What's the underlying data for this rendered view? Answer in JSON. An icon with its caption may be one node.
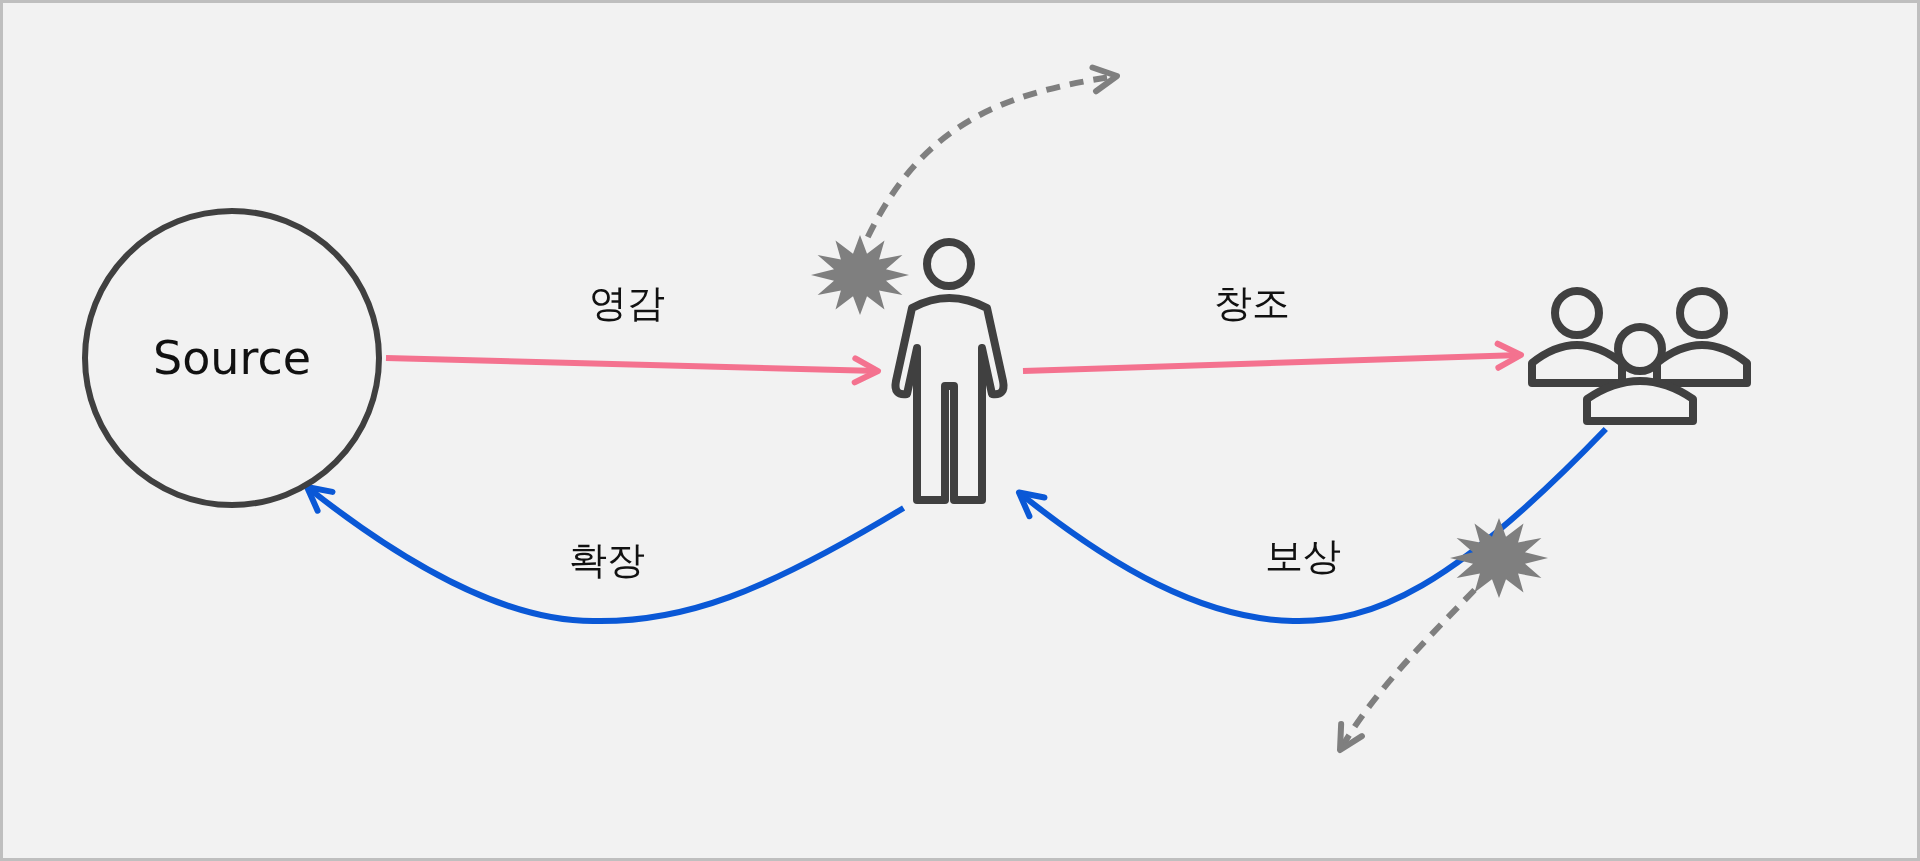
{
  "diagram": {
    "nodes": [
      {
        "text": [
          "Source"
        ]
      },
      {
        "text": [],
        "shape": "person"
      },
      {
        "text": [],
        "shape": "people"
      },
      {
        "text": [],
        "shape": "star"
      },
      {
        "text": [],
        "shape": "star"
      }
    ],
    "edges": [
      {
        "from": 0,
        "to": 1,
        "arrow": "to",
        "label": "영감",
        "color": "#f4728f"
      },
      {
        "from": 1,
        "to": 2,
        "arrow": "to",
        "label": "창조",
        "color": "#f4728f"
      },
      {
        "from": 1,
        "to": 0,
        "arrow": "to",
        "label": "확장",
        "color": "#0a58d6"
      },
      {
        "from": 2,
        "to": 1,
        "arrow": "to",
        "label": "보상",
        "color": "#0a58d6"
      },
      {
        "from": 3,
        "to": null,
        "arrow": "to",
        "style": "dashed",
        "color": "#7f7f7f"
      },
      {
        "from": 4,
        "to": null,
        "arrow": "to",
        "style": "dashed",
        "color": "#7f7f7f"
      }
    ]
  }
}
